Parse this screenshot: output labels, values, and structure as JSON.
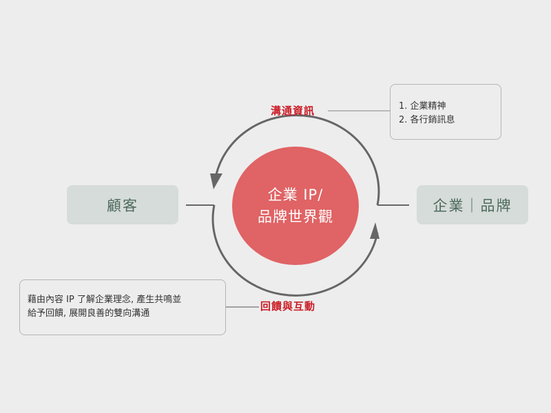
{
  "center": {
    "line1": "企業 IP/",
    "line2": "品牌世界觀"
  },
  "left_node": {
    "label": "顧客"
  },
  "right_node": {
    "label": "企業｜品牌"
  },
  "communication": {
    "label": "溝通資訊",
    "items": [
      "1. 企業精神",
      "2. 各行銷訊息"
    ]
  },
  "feedback": {
    "label": "回饋與互動",
    "lines": [
      "藉由內容 IP 了解企業理念, 產生共鳴並",
      "給予回饋, 展開良善的雙向溝通"
    ]
  },
  "colors": {
    "background": "#ededed",
    "center_fill": "#e06365",
    "node_fill": "#d6dcda",
    "node_text": "#4e6a5d",
    "accent_label": "#cc1d27",
    "line": "#666666",
    "note_border": "#b4b4b4"
  }
}
